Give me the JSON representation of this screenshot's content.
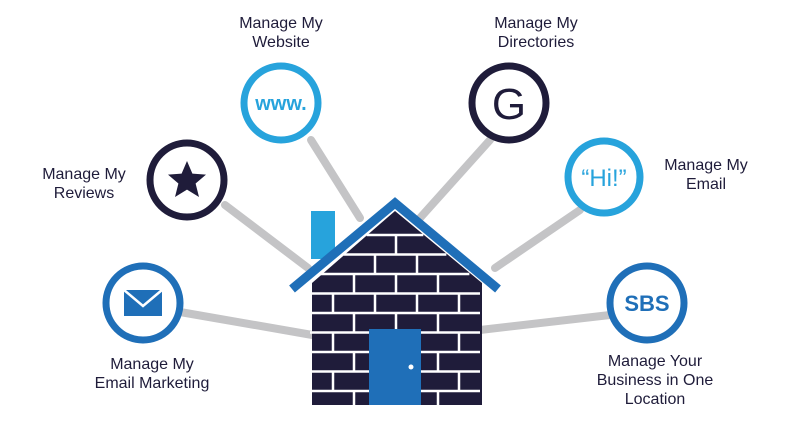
{
  "nodes": {
    "website": {
      "line1": "Manage My",
      "line2": "Website",
      "icon_text": "www.",
      "icon": "www-icon",
      "ring_color": "#27a3dc"
    },
    "directories": {
      "line1": "Manage My",
      "line2": "Directories",
      "icon_text": "G",
      "icon": "google-g-icon",
      "ring_color": "#1f1c3a"
    },
    "reviews": {
      "line1": "Manage My",
      "line2": "Reviews",
      "icon": "star-icon",
      "ring_color": "#1f1c3a"
    },
    "email": {
      "line1": "Manage My",
      "line2": "Email",
      "icon_text": "“Hi!”",
      "icon": "speech-quote-icon",
      "ring_color": "#27a3dc"
    },
    "email_marketing": {
      "line1": "Manage My",
      "line2": "Email Marketing",
      "icon": "envelope-icon",
      "ring_color": "#1f6fb8"
    },
    "sbs": {
      "line1": "Manage Your",
      "line2": "Business in One",
      "line3": "Location",
      "icon_text": "SBS",
      "icon": "sbs-logo-icon",
      "ring_color": "#1f6fb8"
    }
  },
  "colors": {
    "connector": "#c4c4c6",
    "house_brick": "#1f1c3a",
    "roof": "#1f6fb8",
    "chimney": "#27a3dc",
    "door": "#1f6fb8"
  }
}
